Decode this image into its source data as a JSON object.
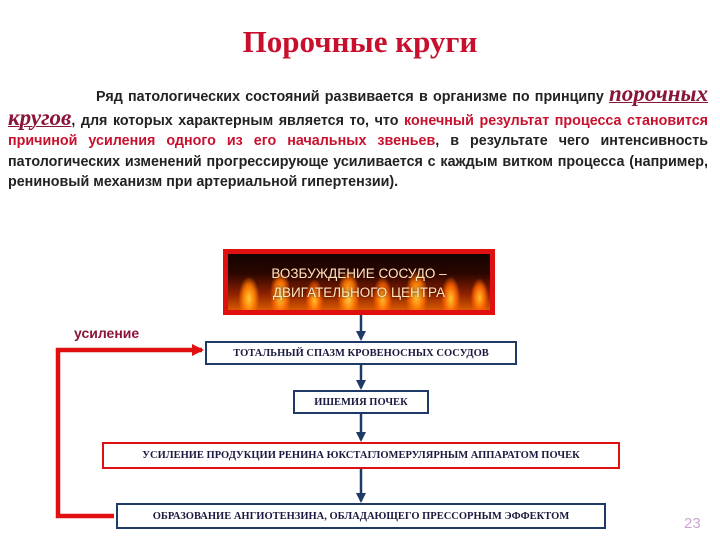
{
  "title": "Порочные круги",
  "intro": {
    "line1": "Ряд патологических состояний развивается в организме по принципу",
    "highlight": "порочных кругов",
    "part2": ", для которых характерным является то, что ",
    "red_phrase_1": "конечный",
    "red_phrase_2": "результат процесса становится причиной усиления одного из его начальных звеньев",
    "part3": ", в результате чего интенсивность патологических изменений прогрессирующе усиливается с каждым витком процесса (например, рениновый механизм при артериальной гипертензии)."
  },
  "diagram": {
    "start_node": "ВОЗБУЖДЕНИЕ СОСУДО – ДВИГАТЕЛЬНОГО ЦЕНТРА",
    "nodes": [
      "ТОТАЛЬНЫЙ СПАЗМ КРОВЕНОСНЫХ СОСУДОВ",
      "ИШЕМИЯ ПОЧЕК",
      "УСИЛЕНИЕ ПРОДУКЦИИ РЕНИНА ЮКСТАГЛОМЕРУЛЯРНЫМ АППАРАТОМ ПОЧЕК",
      "ОБРАЗОВАНИЕ АНГИОТЕНЗИНА, ОБЛАДАЮЩЕГО ПРЕССОРНЫМ ЭФФЕКТОМ"
    ],
    "feedback_label": "усиление"
  },
  "colors": {
    "title": "#c8102e",
    "accent_red": "#e01010",
    "arrow_navy": "#1f3a66"
  },
  "slide_number": "23"
}
